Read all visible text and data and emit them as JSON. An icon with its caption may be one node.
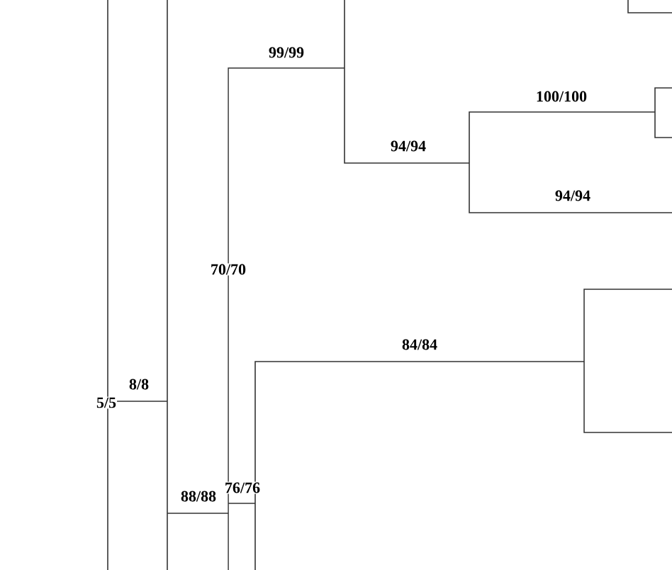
{
  "diagram": {
    "labels": [
      "99/99",
      "100/100",
      "94/94",
      "94/94",
      "70/70",
      "84/84",
      "8/8",
      "5/5",
      "88/88",
      "76/76"
    ]
  }
}
